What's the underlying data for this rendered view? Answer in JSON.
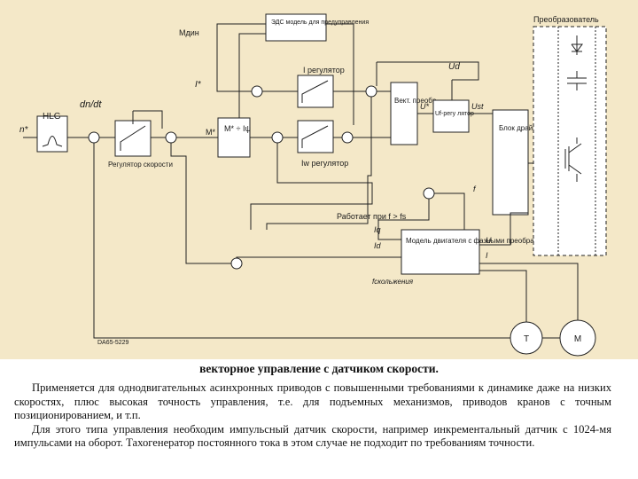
{
  "diagram": {
    "background": "#f4e8c8",
    "labels": {
      "converter": "Преобразователь",
      "emf_model": "ЭДС модель для предуправления",
      "m_dyn": "Mдин",
      "i_reg": "I регулятор",
      "i_star": "I*",
      "ud": "Ud",
      "dn_dt": "dn/dt",
      "hlg": "HLG",
      "n_star": "n*",
      "vect_conv": "Вект. преобр",
      "u_star": "U*",
      "uf_reg": "Uf-регу лятор",
      "ust": "Ust",
      "driver": "Блок драйве ров",
      "m_star": "M*",
      "m_block": "M* ÷ Iψ",
      "m_in": "M*",
      "speed_reg": "Регулятор скорости",
      "iw_reg": "Iw регулятор",
      "f_label": "f",
      "works_if": "Работает при f > fs",
      "iq": "Iq",
      "id": "Id",
      "motor_model": "Модель двигателя с фазными преобразованиями",
      "u_label": "U",
      "i_label": "I",
      "f_slip": "fскольжения",
      "ref_code": "DA65-5229",
      "tacho": "T",
      "motor": "M"
    }
  },
  "caption": "векторное управление с датчиком скорости.",
  "paragraphs": [
    "Применяется для однодвигательных асинхронных приводов с повышенными требованиями к динамике даже на низких скоростях, плюс высокая точность управления, т.е. для подъемных механизмов, приводов кранов с точным позиционированием, и т.п.",
    "Для этого типа управления необходим импульсный датчик скорости, например инкрементальный датчик с 1024-мя импульсами на оборот. Тахогенератор постоянного тока в этом случае не подходит по требованиям точности."
  ]
}
